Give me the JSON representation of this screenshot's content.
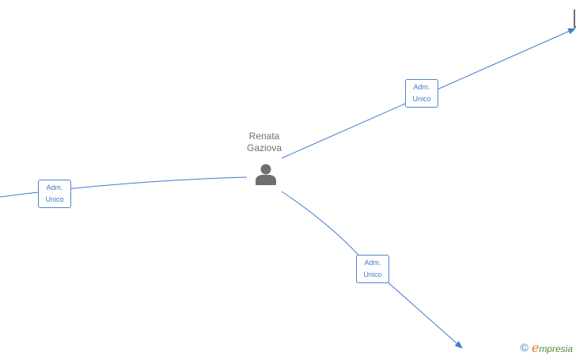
{
  "person": {
    "name_line1": "Renata",
    "name_line2": "Gaziova",
    "icon": "person-icon"
  },
  "edges": [
    {
      "id": "left",
      "label_line1": "Adm.",
      "label_line2": "Unico"
    },
    {
      "id": "ne",
      "label_line1": "Adm.",
      "label_line2": "Unico"
    },
    {
      "id": "se",
      "label_line1": "Adm.",
      "label_line2": "Unico"
    }
  ],
  "watermark": {
    "copyright_symbol": "©",
    "brand_initial": "e",
    "brand_rest": "mpresia"
  },
  "colors": {
    "edge": "#3f7ccc",
    "person_icon": "#6f6f6f",
    "name_text": "#6f6f6f",
    "brand_orange": "#e8781b",
    "brand_green": "#4f8f3a"
  }
}
